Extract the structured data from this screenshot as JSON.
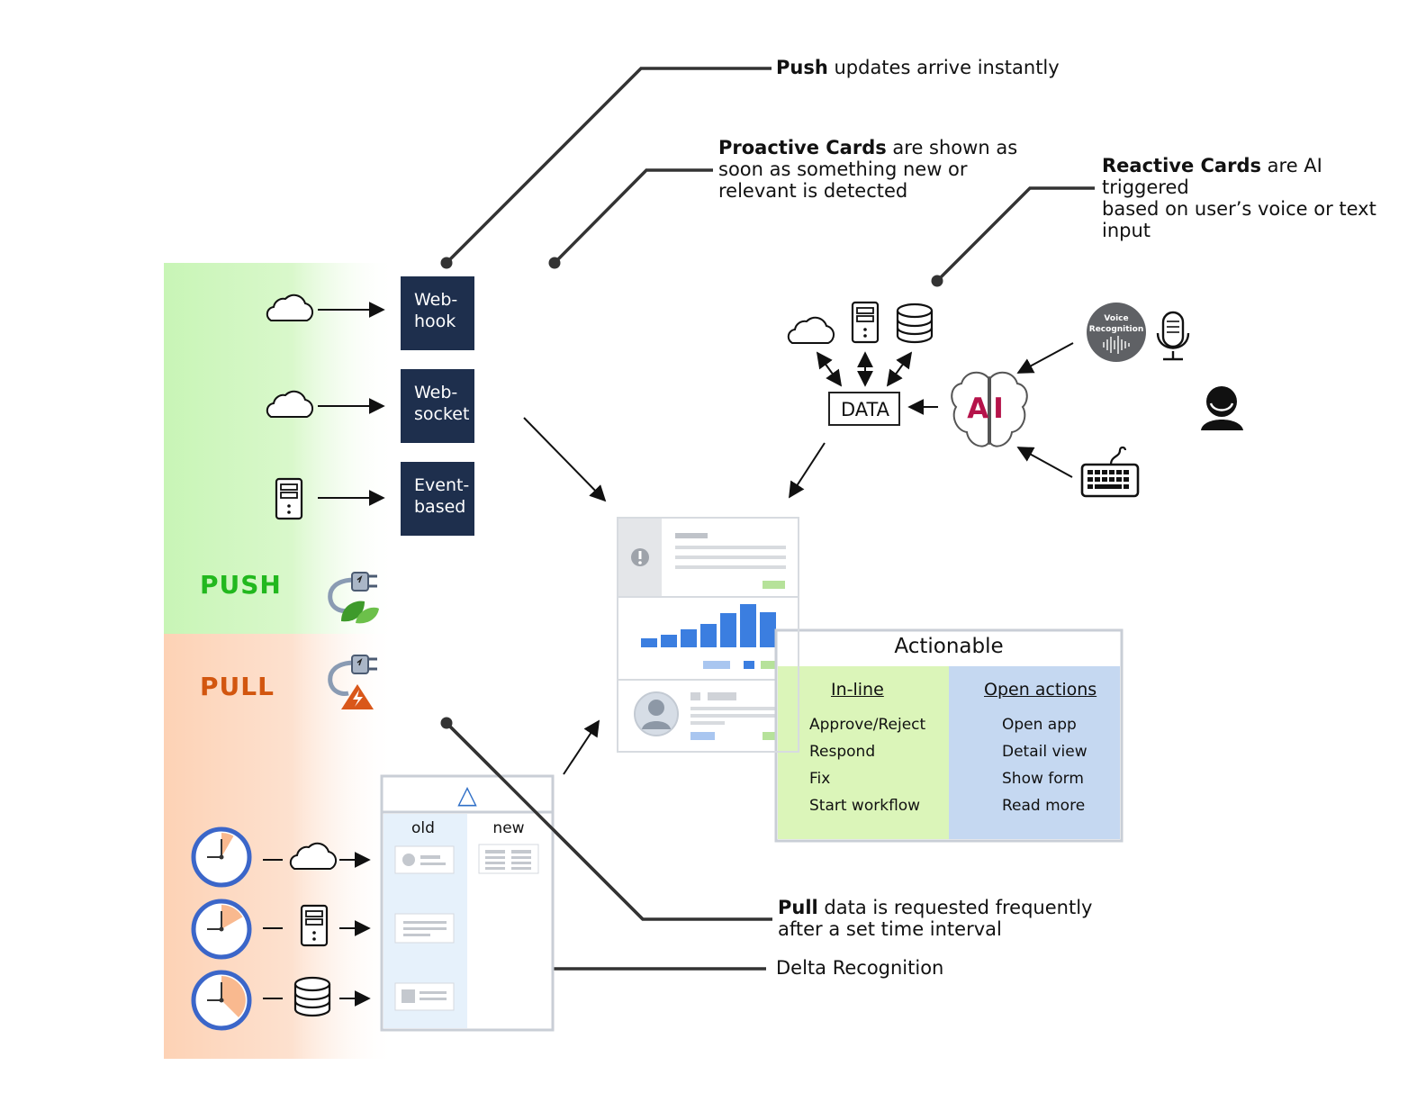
{
  "callouts": {
    "push": {
      "bold": "Push",
      "rest": " updates arrive instantly"
    },
    "proactive": {
      "bold": "Proactive Cards",
      "rest": " are shown as\nsoon as something new or\nrelevant is detected"
    },
    "reactive": {
      "bold": "Reactive Cards",
      "rest": " are AI triggered\nbased on user’s voice or text\ninput"
    },
    "pull": {
      "bold": "Pull",
      "rest": " data is requested frequently\nafter a set time interval"
    },
    "delta": "Delta Recognition"
  },
  "push_methods": [
    "Web-\nhook",
    "Web-\nsocket",
    "Event-\nbased"
  ],
  "bands": {
    "push": "PUSH",
    "pull": "PULL",
    "push_color": "#22b81e",
    "pull_color": "#d2560f"
  },
  "data_box": "DATA",
  "ai": {
    "label": "AI",
    "color": "#b5134a"
  },
  "voice": {
    "line1": "Voice",
    "line2": "Recognition"
  },
  "delta_panel": {
    "old": "old",
    "new": "new",
    "symbol": "△"
  },
  "actionable": {
    "title": "Actionable",
    "inline": {
      "heading": "In-line",
      "items": [
        "Approve/Reject",
        "Respond",
        "Fix",
        "Start workflow"
      ]
    },
    "open": {
      "heading": "Open actions",
      "items": [
        "Open app",
        "Detail view",
        "Show form",
        "Read more"
      ]
    }
  },
  "card_chart": {
    "values": [
      1,
      1.4,
      2,
      2.6,
      3.8,
      4.8,
      3.9
    ]
  },
  "icons": [
    "cloud-icon",
    "server-icon",
    "database-icon",
    "clock-icon",
    "plug-leaf-icon",
    "plug-warning-icon",
    "brain-icon",
    "microphone-icon",
    "keyboard-icon",
    "user-icon",
    "alert-icon"
  ]
}
